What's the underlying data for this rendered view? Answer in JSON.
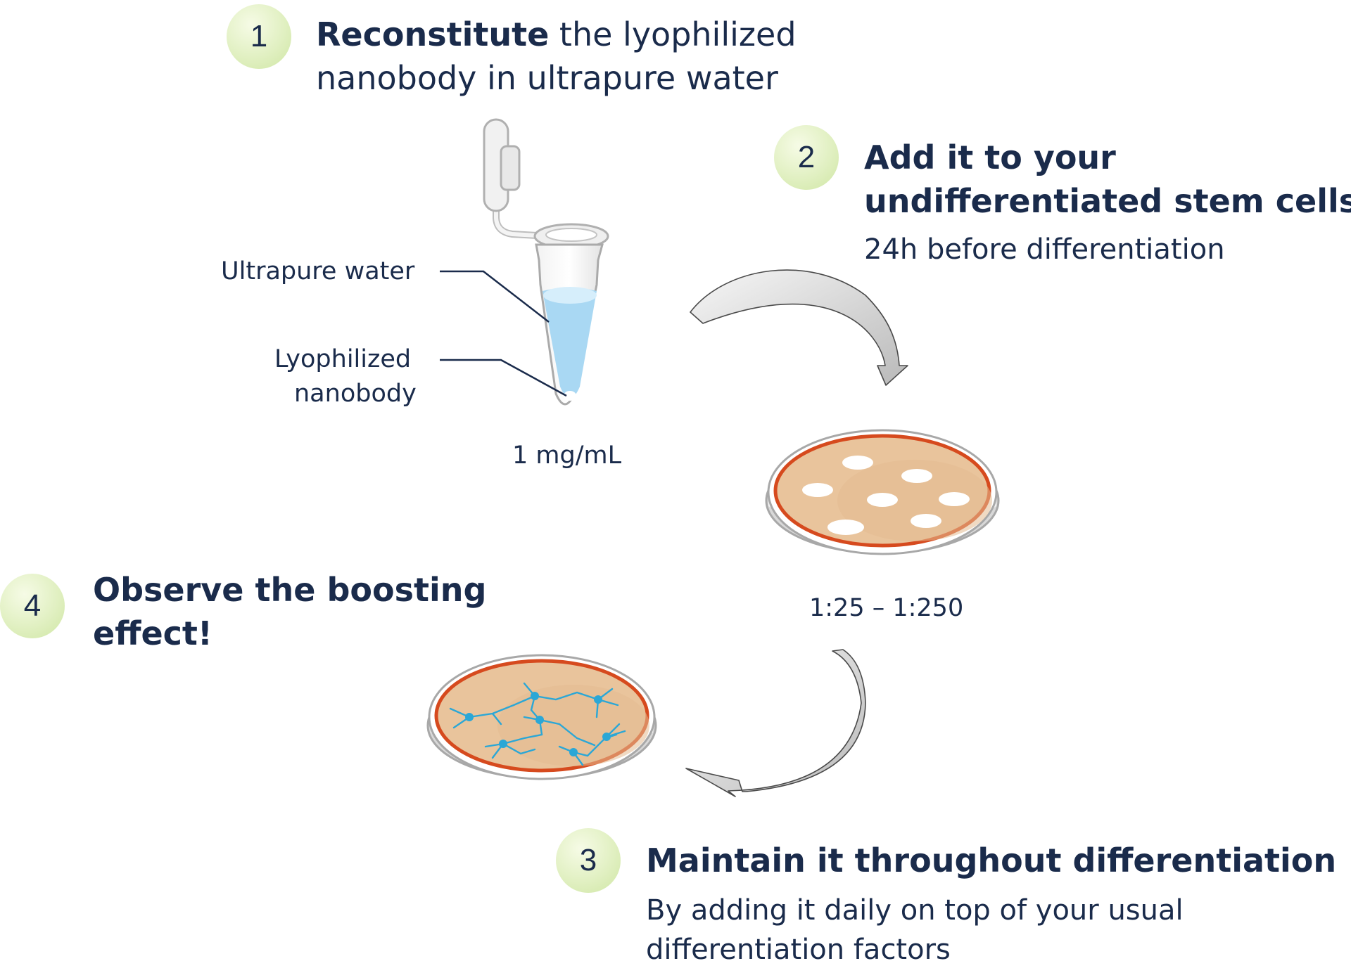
{
  "steps": [
    {
      "number": "1",
      "bold": "Reconstitute",
      "rest": " the lyophilized",
      "line2": "nanobody in ultrapure water"
    },
    {
      "number": "2",
      "title_line1": "Add it to your",
      "title_line2": "undifferentiated stem cells",
      "subtitle": "24h before differentiation"
    },
    {
      "number": "3",
      "title": "Maintain it throughout differentiation",
      "subtitle_line1": "By adding it daily on top of your usual",
      "subtitle_line2": "differentiation factors"
    },
    {
      "number": "4",
      "title_line1": "Observe the boosting",
      "title_line2": "effect!"
    }
  ],
  "tube": {
    "water_label": "Ultrapure water",
    "powder_label_line1": "Lyophilized",
    "powder_label_line2": "nanobody",
    "concentration": "1 mg/mL"
  },
  "dish": {
    "dilution": "1:25 – 1:250"
  },
  "colors": {
    "text": "#1a2b4b",
    "badge": "#dcedbd",
    "water": "#a9d8f3",
    "medium": "#e9c49c",
    "medium_edge": "#d64a1e",
    "neuron": "#2ba7d6",
    "arrow": "#d0d0d0"
  }
}
